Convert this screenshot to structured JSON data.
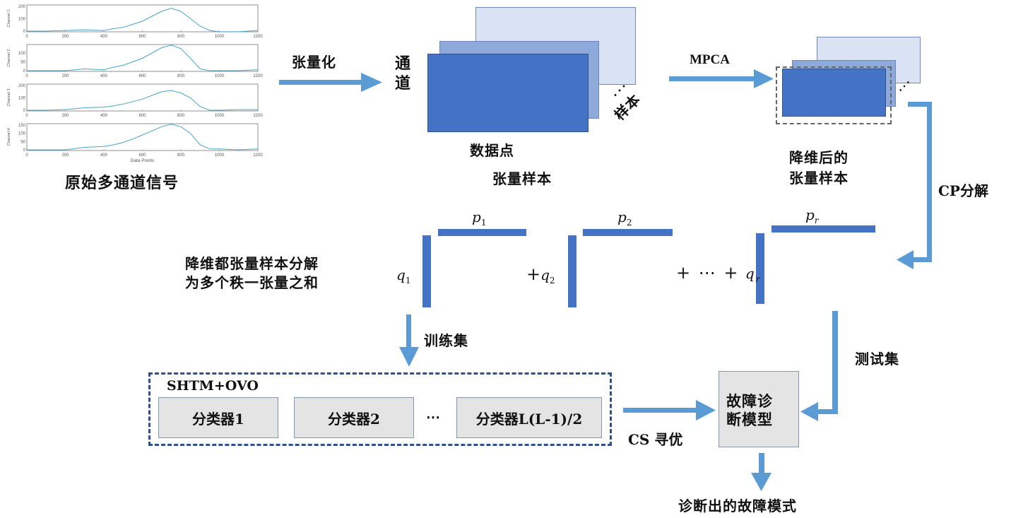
{
  "colors": {
    "arrow": "#5b9bd5",
    "slab_front": "#4472c4",
    "slab_mid": "#8eaadb",
    "slab_back": "#dae3f3",
    "bar": "#4472c4",
    "dashed_box": "#2f4f8f",
    "classifier_fill": "#e4e4e4",
    "signal_line": "#4aa3c9"
  },
  "signals": {
    "caption": "原始多通道信号",
    "x_label": "Data Points",
    "x_ticks": [
      "0",
      "200",
      "400",
      "600",
      "800",
      "1000",
      "1200"
    ],
    "panels": [
      {
        "ylabel": "Channel 1",
        "y_ticks": [
          "0",
          "100",
          "200"
        ]
      },
      {
        "ylabel": "Channel 2",
        "y_ticks": [
          "0",
          "50",
          "100"
        ]
      },
      {
        "ylabel": "Channel 3",
        "y_ticks": [
          "0",
          "100",
          "200"
        ]
      },
      {
        "ylabel": "Channel 4",
        "y_ticks": [
          "0",
          "50",
          "100",
          "150"
        ]
      }
    ]
  },
  "chart_data": {
    "type": "line",
    "title": "原始多通道信号",
    "xlabel": "Data Points",
    "xlim": [
      0,
      1200
    ],
    "x": [
      0,
      100,
      200,
      300,
      400,
      450,
      500,
      550,
      600,
      650,
      700,
      750,
      800,
      850,
      900,
      950,
      1000,
      1100,
      1200
    ],
    "series": [
      {
        "name": "Channel 1",
        "ylim": [
          0,
          200
        ],
        "values": [
          0,
          0,
          5,
          10,
          5,
          20,
          30,
          55,
          80,
          120,
          160,
          185,
          160,
          100,
          40,
          5,
          -5,
          -5,
          5
        ]
      },
      {
        "name": "Channel 2",
        "ylim": [
          0,
          140
        ],
        "values": [
          0,
          0,
          0,
          10,
          5,
          20,
          30,
          50,
          70,
          100,
          130,
          145,
          125,
          70,
          10,
          0,
          0,
          0,
          5
        ]
      },
      {
        "name": "Channel 3",
        "ylim": [
          0,
          200
        ],
        "values": [
          0,
          0,
          5,
          20,
          25,
          35,
          50,
          70,
          90,
          120,
          150,
          160,
          140,
          100,
          30,
          0,
          0,
          5,
          5
        ]
      },
      {
        "name": "Channel 4",
        "ylim": [
          0,
          150
        ],
        "values": [
          0,
          0,
          0,
          15,
          20,
          30,
          45,
          65,
          90,
          115,
          140,
          155,
          140,
          100,
          30,
          5,
          5,
          0,
          5
        ]
      }
    ]
  },
  "tensorize": {
    "arrow_label": "张量化"
  },
  "tensor_sample": {
    "axis_channel": "通道",
    "axis_points": "数据点",
    "axis_samples": "样本",
    "ellipsis": "⋰",
    "caption": "张量样本"
  },
  "mpca": {
    "arrow_label": "MPCA"
  },
  "reduced_sample": {
    "caption_line1": "降维后的",
    "caption_line2": "张量样本",
    "ellipsis": "⋰"
  },
  "cp": {
    "arrow_label": "CP分解"
  },
  "decomposition": {
    "description_line1": "降维都张量样本分解",
    "description_line2": "为多个秩一张量之和",
    "terms": [
      {
        "q": "q",
        "q_sub": "1",
        "p": "p",
        "p_sub": "1",
        "prefix": ""
      },
      {
        "q": "q",
        "q_sub": "2",
        "p": "p",
        "p_sub": "2",
        "prefix": "+"
      },
      {
        "q": "q",
        "q_sub": "r",
        "p": "p",
        "p_sub": "r",
        "prefix": "+ ⋯ +"
      }
    ]
  },
  "train": {
    "arrow_label": "训练集"
  },
  "test": {
    "arrow_label": "测试集"
  },
  "ensemble": {
    "title": "SHTM+OVO",
    "classifiers": [
      "分类器1",
      "分类器2",
      "分类器L(L-1)/2"
    ],
    "ellipsis": "⋯"
  },
  "optimize": {
    "arrow_label": "CS 寻优"
  },
  "model": {
    "line1": "故障诊",
    "line2": "断模型"
  },
  "output": {
    "label": "诊断出的故障模式"
  }
}
